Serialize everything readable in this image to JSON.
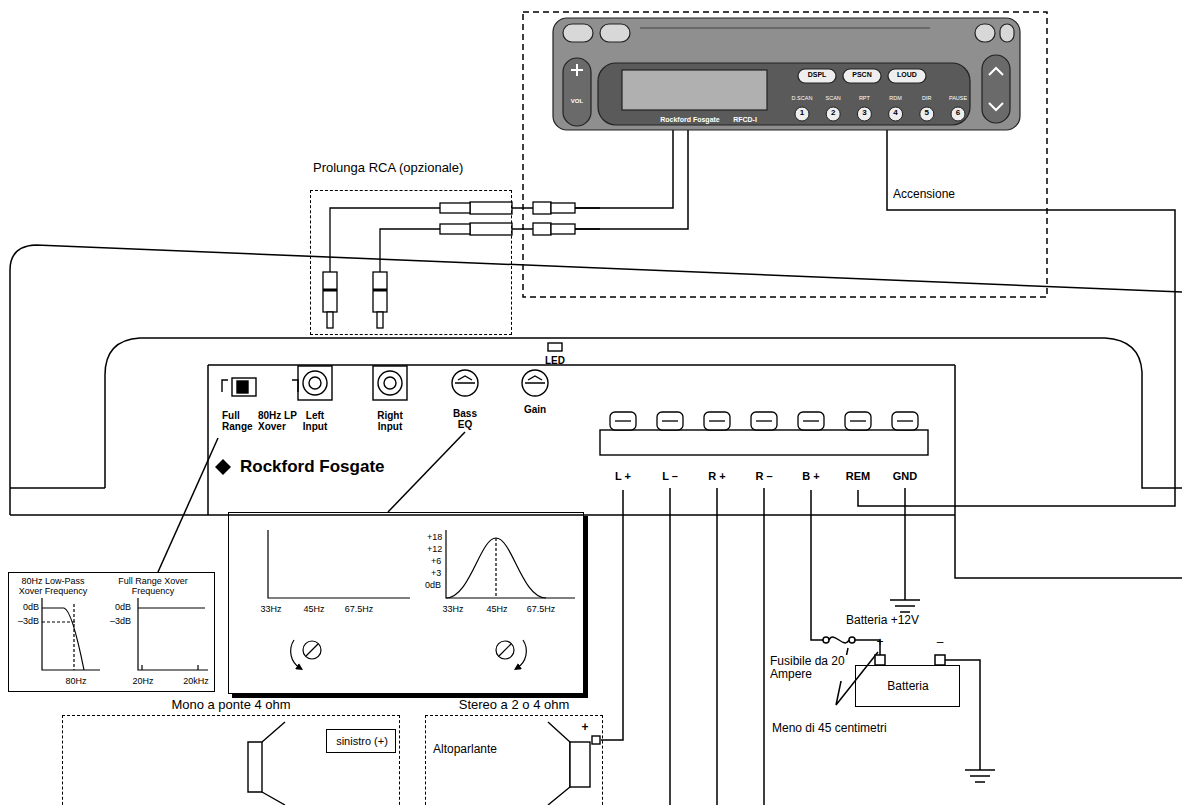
{
  "diagram": {
    "nodes": [
      {
        "text": [
          "Prolunga RCA (opzionale)"
        ]
      },
      {
        "text": [
          "Rockford Fosgate",
          "RFCD-I"
        ]
      },
      {
        "text": [
          "Rockford Fosgate"
        ]
      },
      {
        "text": [
          "Full Range",
          "80Hz LP Xover"
        ],
        "in": 2
      },
      {
        "text": [
          "Left Input"
        ],
        "in": 2
      },
      {
        "text": [
          "Right Input"
        ],
        "in": 2
      },
      {
        "text": [
          "Bass EQ"
        ],
        "in": 2
      },
      {
        "text": [
          "Gain"
        ],
        "in": 2
      },
      {
        "text": [
          "L +"
        ],
        "in": 2
      },
      {
        "text": [
          "L –"
        ],
        "in": 2
      },
      {
        "text": [
          "R +"
        ],
        "in": 2
      },
      {
        "text": [
          "R –"
        ],
        "in": 2
      },
      {
        "text": [
          "B +"
        ],
        "in": 2
      },
      {
        "text": [
          "REM"
        ],
        "in": 2
      },
      {
        "text": [
          "GND"
        ],
        "in": 2
      },
      {
        "text": [
          "80Hz Low-Pass Xover Frequency",
          "Full Range Xover Frequency",
          "0dB",
          "–3dB",
          "80Hz",
          "0dB",
          "–3dB",
          "20Hz",
          "20kHz"
        ]
      },
      {
        "text": [
          "33Hz",
          "45Hz",
          "67.5Hz",
          "+18",
          "+12",
          "+6",
          "+3",
          "0dB",
          "33Hz",
          "45Hz",
          "67.5Hz"
        ]
      },
      {
        "text": [
          "Batteria"
        ]
      },
      {
        "text": [
          "Mono a ponte 4 ohm"
        ]
      },
      {
        "text": [
          "sinistro (+)"
        ],
        "in": 18
      },
      {
        "text": [
          "Stereo a 2 o 4 ohm"
        ]
      },
      {
        "text": [
          "Altoparlante",
          "+"
        ],
        "in": 20
      }
    ],
    "edges": [
      {
        "from": 1,
        "to": 0,
        "arrow": "none"
      },
      {
        "from": 1,
        "to": 0,
        "arrow": "none"
      },
      {
        "from": 1,
        "to": 13,
        "arrow": "none",
        "label": "Accensione"
      },
      {
        "from": 12,
        "to": 17,
        "arrow": "none",
        "label": "Fusibile da 20 Ampere"
      },
      {
        "from": 8,
        "to": 21,
        "arrow": "none"
      },
      {
        "from": 3,
        "to": 15,
        "arrow": "none"
      },
      {
        "from": 6,
        "to": 16,
        "arrow": "none"
      }
    ],
    "labels": [
      "VOL",
      "DSPL",
      "PSCN",
      "LOUD",
      "D.SCAN",
      "SCAN",
      "RPT",
      "RDM",
      "DIR",
      "PAUSE",
      "1",
      "2",
      "3",
      "4",
      "5",
      "6",
      "LED",
      "Batteria +12V",
      "+",
      "–",
      "Meno di 45 centimetri"
    ]
  }
}
